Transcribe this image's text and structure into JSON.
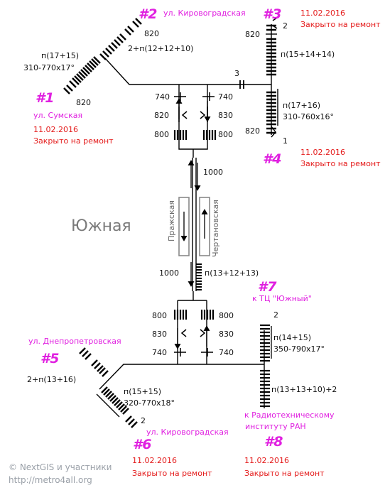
{
  "station_name": "Южная",
  "exits": [
    {
      "number": "#1",
      "street": "ул. Сумская",
      "date": "11.02.2016",
      "status": "Закрыто на ремонт",
      "stairs": "п(17+15)",
      "stairs_spec": "310-770x17°",
      "width": "820"
    },
    {
      "number": "#2",
      "street": "ул. Кировоградская",
      "stairs": "2+п(12+12+10)",
      "width": "820"
    },
    {
      "number": "#3",
      "date": "11.02.2016",
      "status": "Закрыто на ремонт",
      "stairs": "п(15+14+14)",
      "width": "820",
      "steps": "2"
    },
    {
      "number": "#4",
      "date": "11.02.2016",
      "status": "Закрыто на ремонт",
      "stairs": "п(17+16)",
      "stairs_spec": "310-760x16°",
      "width": "820",
      "steps": "1"
    },
    {
      "number": "#5",
      "street": "ул. Днепропетровская",
      "stairs": "2+п(13+16)"
    },
    {
      "number": "#6",
      "street": "ул. Кировоградская",
      "date": "11.02.2016",
      "status": "Закрыто на ремонт",
      "stairs": "п(15+15)",
      "stairs_spec": "320-770x18°",
      "steps": "2"
    },
    {
      "number": "#7",
      "direction": "к ТЦ \"Южный\"",
      "stairs": "п(14+15)",
      "stairs_spec": "350-790x17°",
      "steps": "2"
    },
    {
      "number": "#8",
      "direction_line1": "к Радиотехническому",
      "direction_line2": "институту РАН",
      "date": "11.02.2016",
      "status": "Закрыто на ремонт",
      "stairs": "п(13+13+10)+2"
    }
  ],
  "north_vestibule": {
    "door_width": "740",
    "turnstile_left": "820",
    "turnstile_right": "830",
    "gate_width": "800",
    "step_3": "3"
  },
  "south_vestibule": {
    "door_width": "740",
    "turnstile_left": "830",
    "turnstile_right": "830",
    "gate_width": "800",
    "stairs": "п(13+12+13)"
  },
  "connector": {
    "north_width": "1000",
    "south_width": "1000"
  },
  "platform": {
    "left_track": "Пражская",
    "right_track": "Чертановская"
  },
  "footer": {
    "copyright": "© NextGIS и участники",
    "url": "http://metro4all.org"
  }
}
